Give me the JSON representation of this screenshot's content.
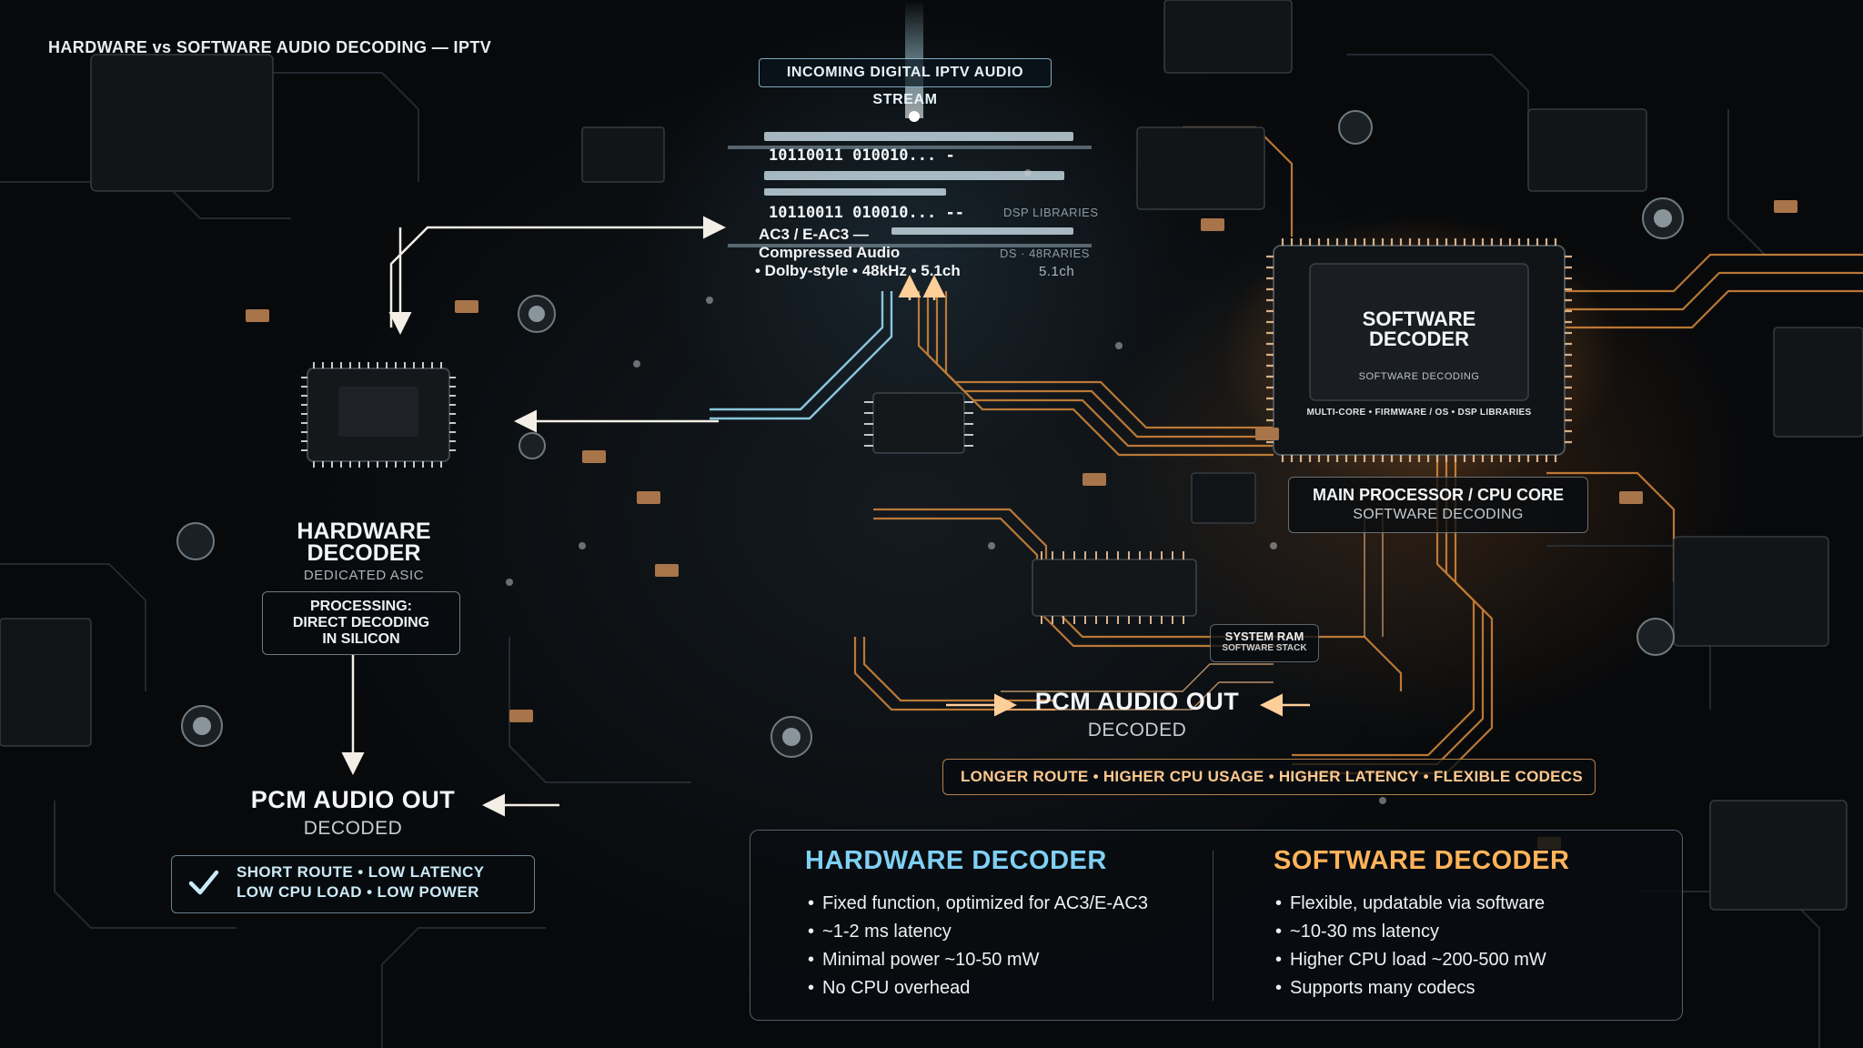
{
  "page_title": "HARDWARE vs SOFTWARE AUDIO DECODING — IPTV",
  "stream": {
    "label": "INCOMING DIGITAL IPTV AUDIO STREAM",
    "binary_1": "10110011 010010... -",
    "binary_2": "10110011 010010... --",
    "dsp_label_1": "DSP LIBRARIES",
    "dsp_label_2": "DS · 48RARIES",
    "codec_1": "AC3 / E-AC3 —",
    "codec_2": "Compressed Audio",
    "codec_3": "• Dolby-style • 48kHz • 5.1ch",
    "channel_ghost": "5.1ch"
  },
  "hardware": {
    "title_line1": "HARDWARE",
    "title_line2": "DECODER",
    "subtitle": "DEDICATED ASIC",
    "processing_line1": "PROCESSING:",
    "processing_line2": "DIRECT DECODING",
    "processing_line3": "IN SILICON",
    "pcm_title": "PCM AUDIO OUT",
    "pcm_sub": "DECODED",
    "benefits_line1": "SHORT ROUTE • LOW LATENCY",
    "benefits_line2": "LOW CPU LOAD • LOW POWER",
    "check_icon": "checkmark-icon"
  },
  "software": {
    "chip_line1": "SOFTWARE",
    "chip_line2": "DECODER",
    "chip_sub": "SOFTWARE DECODING",
    "chip_tag": "MULTI-CORE • FIRMWARE / OS • DSP LIBRARIES",
    "main_proc_title": "MAIN PROCESSOR / CPU CORE",
    "main_proc_sub": "SOFTWARE DECODING",
    "ram_title": "SYSTEM RAM",
    "ram_sub": "SOFTWARE STACK",
    "pcm_title": "PCM AUDIO OUT",
    "pcm_sub": "DECODED",
    "tags": "LONGER ROUTE • HIGHER CPU USAGE • HIGHER LATENCY • FLEXIBLE CODECS"
  },
  "comparison": {
    "hw_title": "HARDWARE DECODER",
    "hw_items": [
      "Fixed function, optimized for AC3/E-AC3",
      "~1-2 ms latency",
      "Minimal power ~10-50 mW",
      "No CPU overhead"
    ],
    "sw_title": "SOFTWARE DECODER",
    "sw_items": [
      "Flexible, updatable via software",
      "~10-30 ms latency",
      "Higher CPU load ~200-500 mW",
      "Supports many codecs"
    ]
  },
  "colors": {
    "hardware_accent": "#7fd0f4",
    "software_accent": "#ffb35a",
    "trace_copper": "#d88a3c",
    "trace_cyan": "#9fe4ff"
  }
}
